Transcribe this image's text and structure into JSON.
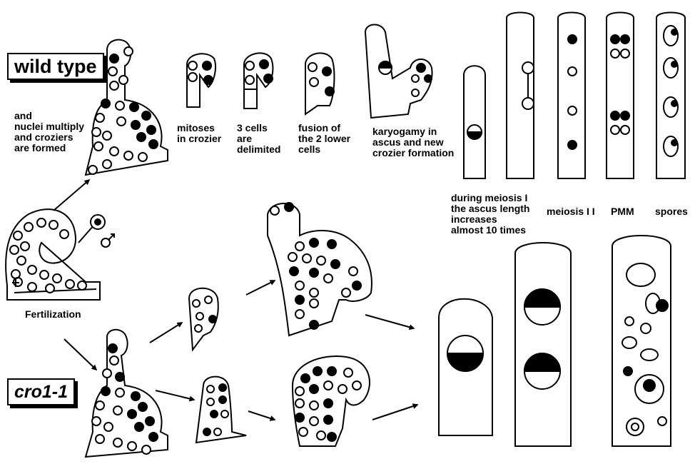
{
  "labels": {
    "wild_type": "wild type",
    "cro1": "cro1-1",
    "nuclei": "and\nnuclei multiply\nand croziers\nare formed",
    "fertilization": "Fertilization",
    "mitoses": "mitoses\nin crozier",
    "three_cells": "3 cells\nare\ndelimited",
    "fusion": "fusion of\nthe 2 lower\ncells",
    "karyogamy": "karyogamy in\nascus and new\ncrozier formation",
    "meiosis1": "during meiosis I\nthe ascus length\nincreases\nalmost 10 times",
    "meiosis2": "meiosis I I",
    "pmm": "PMM",
    "spores": "spores"
  }
}
